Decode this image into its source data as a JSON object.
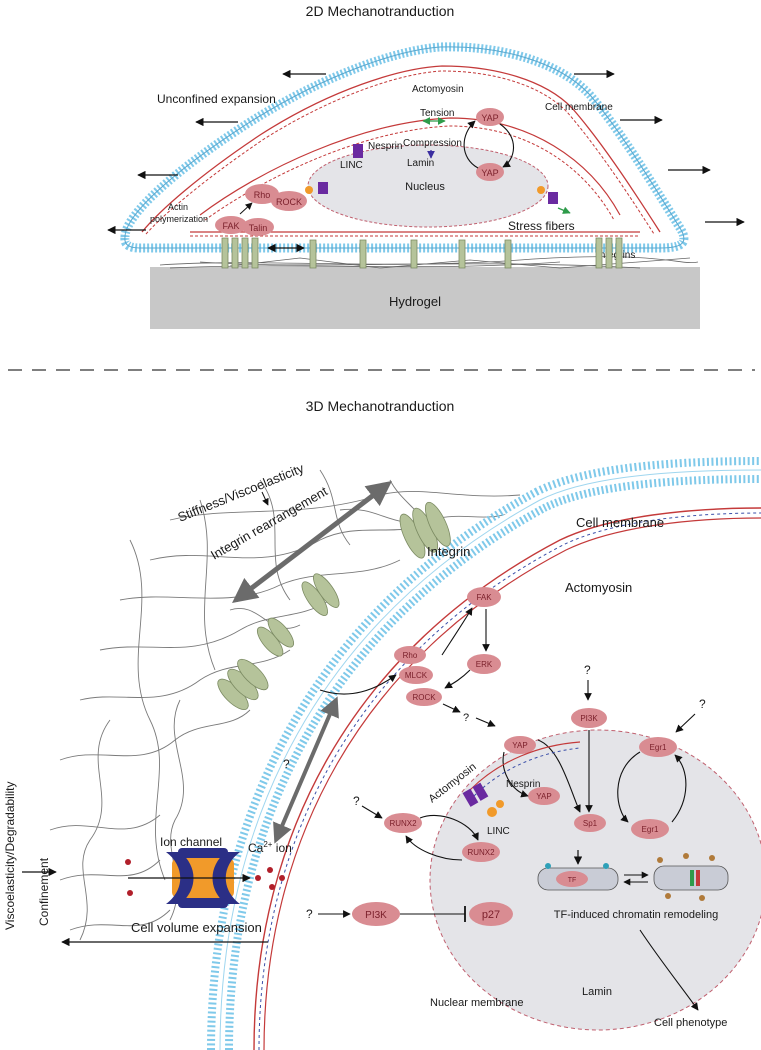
{
  "panel2d": {
    "title": "2D Mechanotranduction",
    "unconfined_expansion": "Unconfined expansion",
    "actomyosin": "Actomyosin",
    "cell_membrane": "Cell membrane",
    "tension": "Tension",
    "compression": "Compression",
    "nesprin": "Nesprin",
    "lamin": "Lamin",
    "linc": "LINC",
    "nucleus": "Nucleus",
    "yap_top": "YAP",
    "yap_bottom": "YAP",
    "rho": "Rho",
    "rock": "ROCK",
    "fak": "FAK",
    "talin": "Talin",
    "actin_polymerization_1": "Actin",
    "actin_polymerization_2": "polymerization",
    "stress_fibers": "Stress fibers",
    "integrins": "Integrins",
    "hydrogel": "Hydrogel"
  },
  "panel3d": {
    "title": "3D Mechanotranduction",
    "stiffness": "Stiffness/Viscoelasticity",
    "integrin_rearrangement": "Integrin rearrangement",
    "integrin": "Integrin",
    "cell_membrane": "Cell membrane",
    "actomyosin_right": "Actomyosin",
    "actomyosin_left": "Actomyosin",
    "fak": "FAK",
    "erk": "ERK",
    "rho": "Rho",
    "mlck": "MLCK",
    "rock": "ROCK",
    "q_after_rock": "? ",
    "q_arrow2": "?",
    "q_pi3k_top": "?",
    "pi3k_top": "PI3K",
    "q_egr": "?",
    "egr1_top": "Egr1",
    "egr1_bottom": "Egr1",
    "yap_top": "YAP",
    "yap_bottom": "YAP",
    "sp1": "Sp1",
    "nesprin": "Nesprin",
    "linc": "LINC",
    "q_runx": "?",
    "runx2_top": "RUNX2",
    "runx2_bottom": "RUNX2",
    "q_left": "?",
    "viscoelasticity_degradability": "Viscoelasticity/Degradability",
    "confinement": "Confinement",
    "ion_channel": "Ion channel",
    "ca_ion_base": "Ca",
    "ca_ion_sup": "2+",
    "ca_ion_tail": " ion",
    "cell_volume_expansion": "Cell volume expansion",
    "q_pi3k": "?",
    "pi3k_bottom": "PI3K",
    "p27": "p27",
    "tf": "TF",
    "tf_chromatin": "TF-induced chromatin remodeling",
    "lamin": "Lamin",
    "nuclear_membrane": "Nuclear membrane",
    "cell_phenotype": "Cell phenotype"
  },
  "colors": {
    "protein_fill": "#d98c92",
    "membrane_blue": "#7fc9ea",
    "actin_red": "#c43a3a",
    "integrin_green": "#b5c39a",
    "nucleus_fill": "#e4e4e8",
    "hydrogel_fill": "#c8c8c8",
    "ion_orange": "#f19a2a",
    "ion_navy": "#2b2f86"
  }
}
